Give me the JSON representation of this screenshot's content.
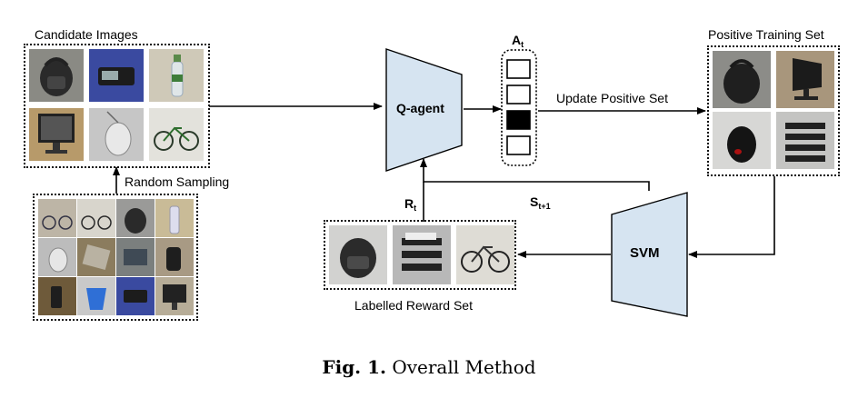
{
  "labels": {
    "candidate_images": "Candidate Images",
    "random_sampling": "Random Sampling",
    "positive_training_set": "Positive Training Set",
    "labelled_reward_set": "Labelled Reward Set",
    "update_positive_set": "Update Positive Set",
    "q_agent": "Q-agent",
    "svm": "SVM",
    "action": {
      "main": "A",
      "sub": "t"
    },
    "reward": {
      "main": "R",
      "sub": "t"
    },
    "state": {
      "main": "S",
      "sub": "t+1"
    }
  },
  "caption": {
    "fig": "Fig. 1.",
    "text": "Overall Method"
  },
  "colors": {
    "trapezoid_fill": "#d6e4f1",
    "stroke": "#000000",
    "selected_action": "#000000"
  },
  "action_slots_selected_index": 2
}
